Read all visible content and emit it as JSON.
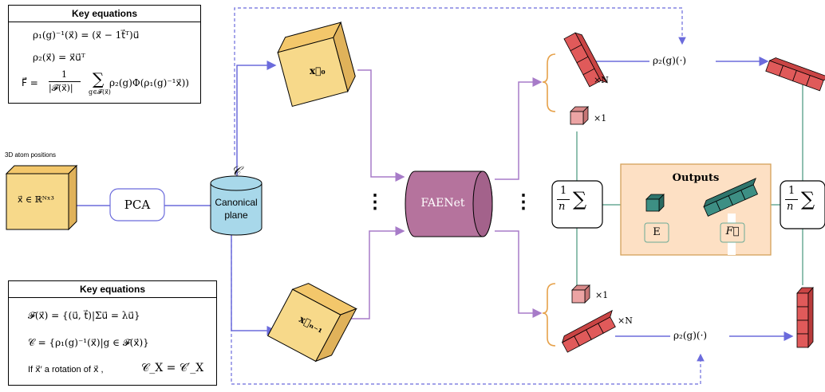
{
  "key_eq_top": {
    "title": "Key equations",
    "eq1": "ρ₁(g)⁻¹(x⃗) = (x⃗ − 1t⃗ᵀ)u⃗",
    "eq2": "ρ₂(x⃗) = x⃗u⃗ᵀ",
    "eq3_lhs": "F⃗ =",
    "eq3_num": "1",
    "eq3_den": "|𝓕(x⃗)|",
    "eq3_sum": "∑",
    "eq3_sub": "g∈𝓕(x⃗)",
    "eq3_body": "ρ₂(g)Φ(ρ₁(g)⁻¹x⃗))"
  },
  "key_eq_bottom": {
    "title": "Key equations",
    "eq1": "𝓕(x⃗) = {(u⃗, t⃗)|Σu⃗ = λu⃗}",
    "eq2": "𝒞 = {ρ₁(g)⁻¹(x⃗)|g ∈ 𝓕(x⃗)}",
    "eq3_a": "If  x⃗′ a rotation of x⃗ ,",
    "eq3_b": "𝒞_X = 𝒞′_X"
  },
  "input": {
    "caption": "3D atom positions",
    "label": "x⃗ ∈ ℝᴺˣ³"
  },
  "pca_label": "PCA",
  "canonical": {
    "symbol": "𝒞",
    "line1": "Canonical",
    "line2": "plane"
  },
  "cube_top_label": "x⃗₀",
  "cube_bottom_label": "x⃗ₙ₋₁",
  "dots": "⋮",
  "faenet_label": "FAENet",
  "mult_n_top": "×N",
  "mult_1_top": "×1",
  "mult_1_bottom": "×1",
  "mult_n_bottom": "×N",
  "rho2_top": "ρ₂(g)(·)",
  "rho2_bottom": "ρ₂(g)(·)",
  "avg_num": "1",
  "avg_den": "n",
  "avg_sum": "∑",
  "outputs": {
    "title": "Outputs",
    "energy": "E",
    "force": "F⃗"
  },
  "colors": {
    "yellow_cube": "#f7d98a",
    "canonical_cyl": "#a8d8ea",
    "faenet": "#b5739d",
    "red_block": "#e05a5a",
    "pink_block": "#eca4a4",
    "teal_block": "#3d8f84",
    "outputs_bg": "#fde0c4",
    "outputs_border": "#d4a15a",
    "blue_arrow": "#6b6bdc",
    "purple_arrow": "#a77bc8",
    "teal_arrow": "#6aaa96",
    "orange_brace": "#e6a14a"
  }
}
